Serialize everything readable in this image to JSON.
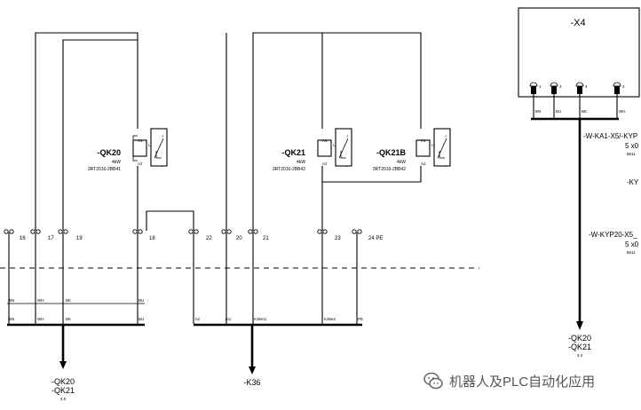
{
  "contactors": [
    {
      "tag": "-QK20",
      "power": "4kW",
      "part": "3RT2016-2BB41",
      "a1": "A1",
      "a2": "A2",
      "u": "U",
      "plus": "+",
      "minus": "-"
    },
    {
      "tag": "-QK21",
      "power": "4kW",
      "part": "3RT2016-2BB42",
      "a1": "A1",
      "a2": "A2",
      "u": "U",
      "plus": "+",
      "minus": "-"
    },
    {
      "tag": "-QK21B",
      "power": "4kW",
      "part": "3RT2016-2BB42",
      "a1": "A1",
      "a2": "A2",
      "u": "U",
      "plus": "+",
      "minus": "-"
    }
  ],
  "terminals": [
    "16",
    "17",
    "19",
    "18",
    "22",
    "20",
    "21",
    "23",
    "24 PE"
  ],
  "cable_left_upper": [
    "BN",
    "WH",
    "BK",
    "BU"
  ],
  "cable_left_lower": [
    "BN",
    "WH",
    "BK",
    "BU"
  ],
  "cable_mid": [
    "n2",
    "m1",
    "K36m1",
    "K36e2",
    "PE"
  ],
  "ref_left": {
    "line1": "-QK20",
    "line2": "-QK21",
    "page": "4.5"
  },
  "ref_mid": {
    "line1": "-K36"
  },
  "connector": {
    "title": "-X4",
    "pins": [
      "1",
      "3",
      "4",
      "2"
    ],
    "wires": [
      "BN",
      "BU",
      "BK",
      "WH"
    ]
  },
  "right_cables": [
    {
      "name": "-W-KA1-X5/-KYP",
      "spec": "5 x0",
      "part": "8611"
    },
    {
      "name": "-KY",
      "spec": "",
      "part": ""
    },
    {
      "name": "-W-KYP20-X5_",
      "spec": "5 x0",
      "part": "8611"
    }
  ],
  "ref_right": {
    "line1": "-QK20",
    "line2": "-QK21",
    "page": "3.4"
  },
  "watermark": {
    "text": "机器人及PLC自动化应用"
  }
}
